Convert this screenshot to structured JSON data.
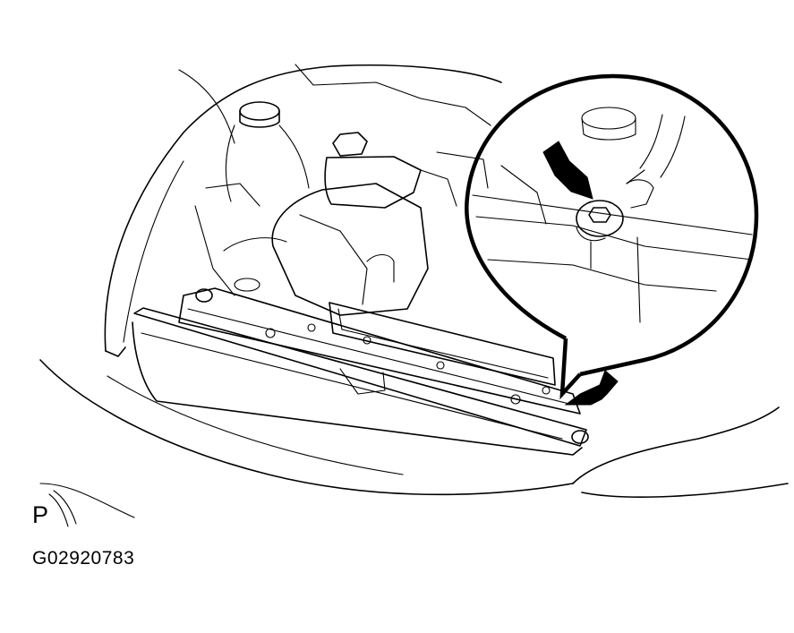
{
  "labels": {
    "view_letter": "P",
    "figure_code": "G02920783"
  },
  "icons": {
    "pointer_arrows": "solid-black-arrow",
    "detail_view": "magnified-circle-callout"
  },
  "colors": {
    "line": "#000000",
    "background": "#ffffff"
  }
}
